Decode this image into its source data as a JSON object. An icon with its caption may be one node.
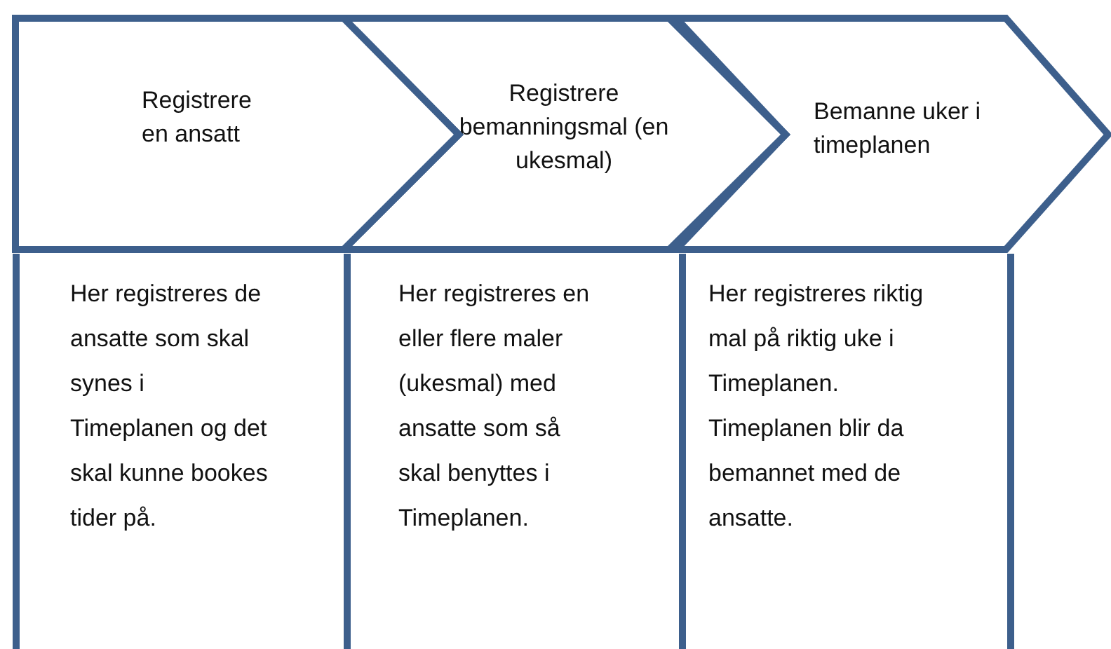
{
  "diagram": {
    "nodes": [
      {
        "text": [
          "Registrere en ansatt"
        ]
      },
      {
        "text": [
          "Registrere bemanningsmal (en ukesmal)"
        ]
      },
      {
        "text": [
          "Bemanne uker i timeplanen"
        ]
      },
      {
        "text": [
          "Her registreres de ansatte som skal synes i Timeplanen og det skal kunne bookes tider på."
        ]
      },
      {
        "text": [
          "Her registreres en eller flere maler (ukesmal) med ansatte som så skal benyttes i Timeplanen."
        ]
      },
      {
        "text": [
          "Her registreres riktig mal på riktig uke i Timeplanen. Timeplanen blir da bemannet med de ansatte."
        ]
      }
    ]
  }
}
